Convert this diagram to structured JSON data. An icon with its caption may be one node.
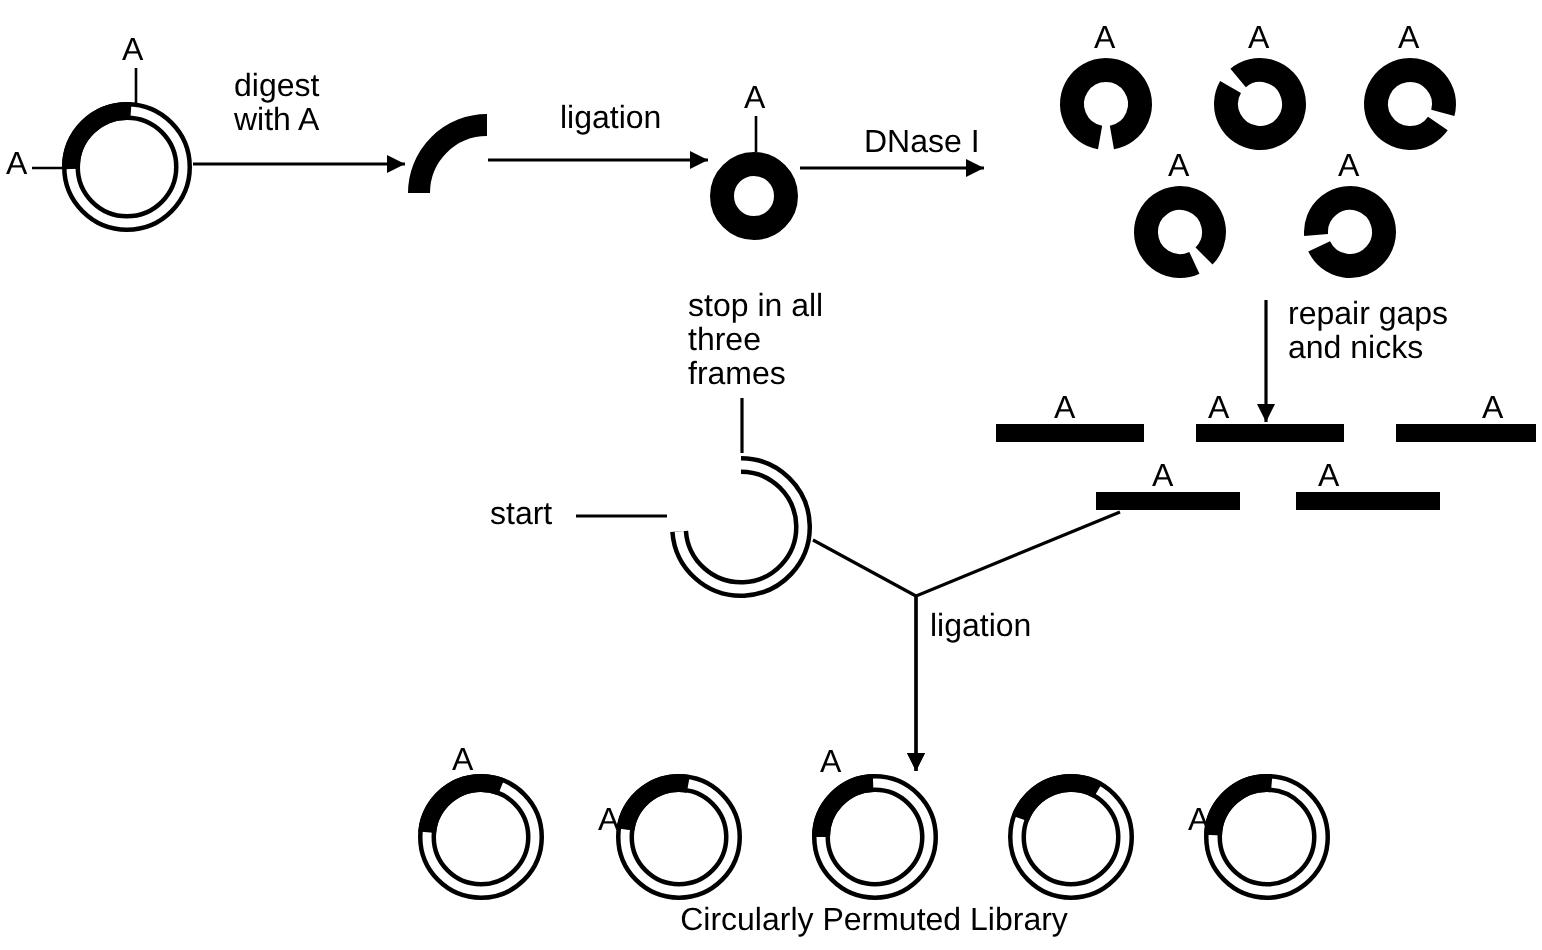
{
  "diagram": {
    "caption": "Circularly Permuted Library",
    "nodes": [
      {
        "text": [],
        "shape": "circle",
        "beside": [
          "A",
          "A"
        ]
      },
      {
        "text": [],
        "shape": "arc"
      },
      {
        "text": [],
        "shape": "circle",
        "beside": [
          "A"
        ]
      },
      {
        "text": [],
        "shape": "circle",
        "beside": [
          "A"
        ]
      },
      {
        "text": [],
        "shape": "circle",
        "beside": [
          "A"
        ]
      },
      {
        "text": [],
        "shape": "circle",
        "beside": [
          "A"
        ]
      },
      {
        "text": [],
        "shape": "circle",
        "beside": [
          "A"
        ]
      },
      {
        "text": [],
        "shape": "circle",
        "beside": [
          "A"
        ]
      },
      {
        "text": [],
        "shape": "bar",
        "beside": [
          "A"
        ]
      },
      {
        "text": [],
        "shape": "bar",
        "beside": [
          "A"
        ]
      },
      {
        "text": [],
        "shape": "bar",
        "beside": [
          "A"
        ]
      },
      {
        "text": [],
        "shape": "bar",
        "beside": [
          "A"
        ]
      },
      {
        "text": [],
        "shape": "bar",
        "beside": [
          "A"
        ]
      },
      {
        "text": [
          "stop in all three frames"
        ]
      },
      {
        "text": [
          "start"
        ]
      },
      {
        "text": [],
        "shape": "arc"
      },
      {
        "text": [],
        "shape": "circle",
        "beside": [
          "A"
        ]
      },
      {
        "text": [],
        "shape": "circle",
        "beside": [
          "A"
        ]
      },
      {
        "text": [],
        "shape": "circle",
        "beside": [
          "A"
        ]
      },
      {
        "text": [],
        "shape": "circle"
      },
      {
        "text": [],
        "shape": "circle",
        "beside": [
          "A"
        ]
      }
    ],
    "edges": [
      {
        "from": 0,
        "to": 1,
        "arrow": "to",
        "label": "digest with A"
      },
      {
        "from": 1,
        "to": 2,
        "arrow": "to",
        "label": "ligation"
      },
      {
        "from": 2,
        "to": null,
        "arrow": "to",
        "label": "DNase I"
      },
      {
        "from": null,
        "to": 9,
        "arrow": "to",
        "label": "repair gaps and nicks"
      },
      {
        "from": 13,
        "to": 15,
        "arrow": "none"
      },
      {
        "from": 14,
        "to": 15,
        "arrow": "none"
      },
      {
        "from": 15,
        "to": 18,
        "arrow": "to",
        "label": "ligation"
      },
      {
        "from": 11,
        "to": 18,
        "arrow": "to"
      }
    ]
  }
}
